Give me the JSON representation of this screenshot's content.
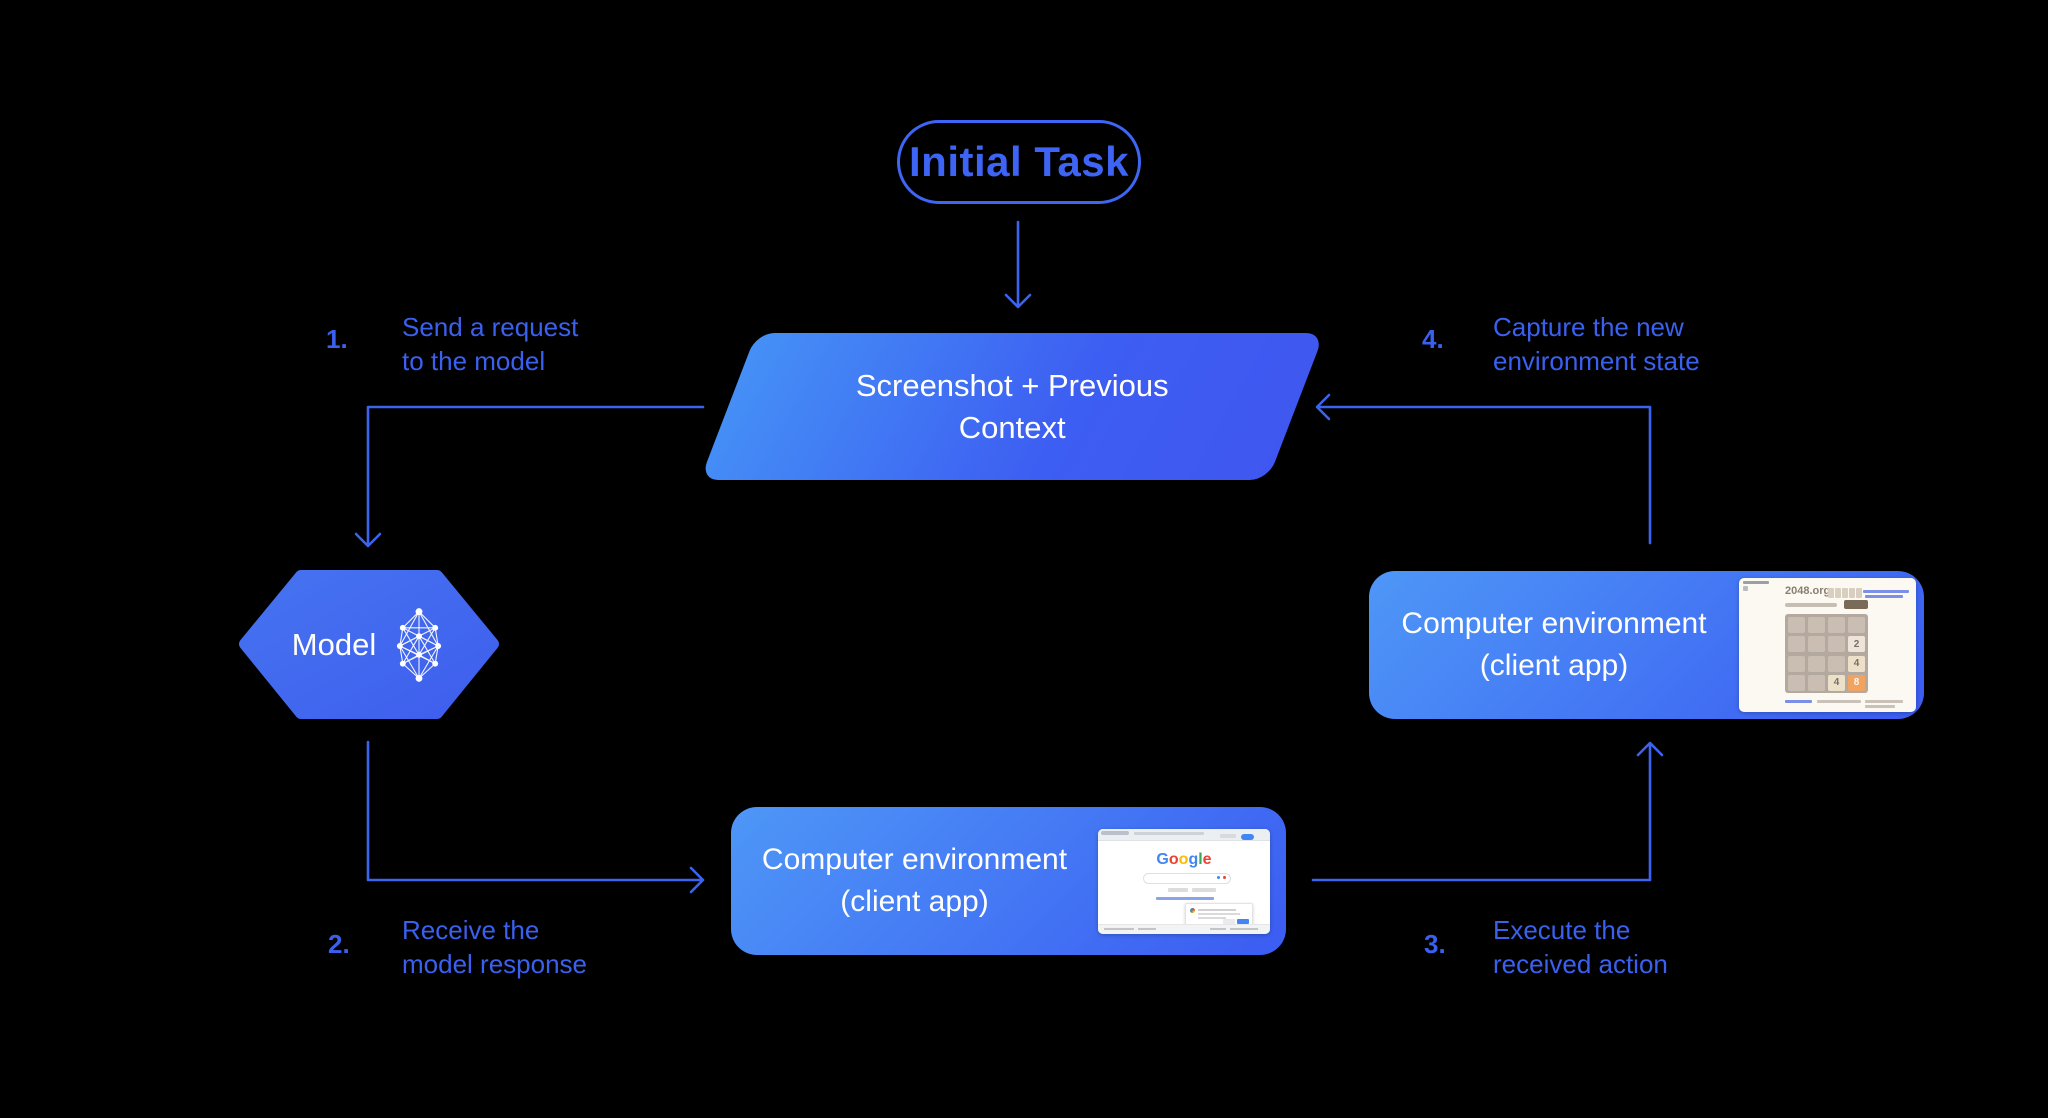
{
  "colors": {
    "background": "#000000",
    "connector_blue": "#3c63ee",
    "label_blue": "#3a60ef",
    "pill_blue": "#3d64f4",
    "shape_gradient_start": "#4e97f7",
    "shape_gradient_end": "#3c5ef2",
    "node_text": "#ffffff",
    "google_brand": [
      "#4285f4",
      "#ea4335",
      "#fbbc05",
      "#4285f4",
      "#34a853",
      "#ea4335"
    ],
    "tile_8_orange": "#f2a35f"
  },
  "nodes": {
    "initial_task": {
      "label": "Initial Task"
    },
    "context": {
      "line1": "Screenshot + Previous",
      "line2": "Context"
    },
    "model": {
      "label": "Model"
    },
    "env_right": {
      "line1": "Computer environment",
      "line2": "(client app)"
    },
    "env_bottom": {
      "line1": "Computer environment",
      "line2": "(client app)"
    }
  },
  "steps": {
    "step1": {
      "num": "1.",
      "line1": "Send a request",
      "line2": "to the model"
    },
    "step2": {
      "num": "2.",
      "line1": "Receive the",
      "line2": "model response"
    },
    "step3": {
      "num": "3.",
      "line1": "Execute the",
      "line2": "received action"
    },
    "step4": {
      "num": "4.",
      "line1": "Capture the new",
      "line2": "environment state"
    }
  },
  "mini_2048": {
    "title": "2048.org",
    "grid": {
      "rows": 4,
      "cols": 4
    },
    "tiles": [
      {
        "row": 1,
        "col": 3,
        "value": "2"
      },
      {
        "row": 2,
        "col": 3,
        "value": "4"
      },
      {
        "row": 3,
        "col": 2,
        "value": "4"
      },
      {
        "row": 3,
        "col": 3,
        "value": "8"
      }
    ]
  },
  "mini_google": {
    "logo_letters": [
      "G",
      "o",
      "o",
      "g",
      "l",
      "e"
    ]
  }
}
